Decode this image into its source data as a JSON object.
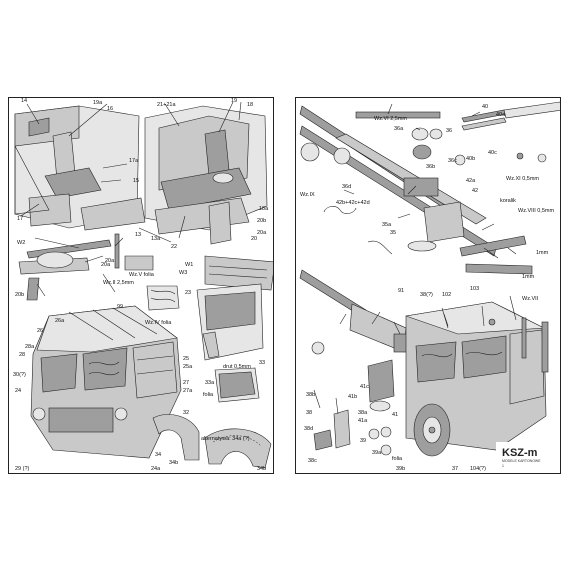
{
  "left_page": {
    "labels": [
      "14",
      "19a",
      "16",
      "21+21a",
      "19",
      "18",
      "17a",
      "15",
      "17",
      "13",
      "W2",
      "20a",
      "W3",
      "20",
      "18a",
      "20b",
      "20a",
      "13a",
      "22",
      "20a",
      "20b",
      "Wz.V folia",
      "Wz.II 2,5mm",
      "W1",
      "23",
      "99",
      "Wz.IV folia",
      "26a",
      "26",
      "28a",
      "28",
      "30(?)",
      "24",
      "25",
      "25a",
      "27",
      "27a",
      "drut 0,5mm",
      "33",
      "33a",
      "folia",
      "32",
      "alternatywa: 34a (?)",
      "34",
      "34b",
      "29 (?)",
      "24a",
      "34b"
    ]
  },
  "right_page": {
    "labels": [
      "Wz.VI 2,5mm",
      "36a",
      "36",
      "40",
      "40a",
      "40b",
      "40c",
      "36c",
      "36b",
      "36d",
      "Wz.IX",
      "42b+42c+42d",
      "42a",
      "42",
      "35a",
      "35",
      "Wz.XI 0,5mm",
      "koralik",
      "Wz.VIII 0,5mm",
      "1mm",
      "1mm",
      "91",
      "38(?)",
      "102",
      "103",
      "Wz.VII",
      "38b",
      "38",
      "38a",
      "38d",
      "38c",
      "41c",
      "41b",
      "41a",
      "39",
      "39a",
      "41",
      "folia",
      "39b",
      "37",
      "104(?)"
    ],
    "logo": {
      "text": "KSZ-m",
      "subtitle": "MODELE KARTONOWE",
      "small": "1"
    }
  }
}
